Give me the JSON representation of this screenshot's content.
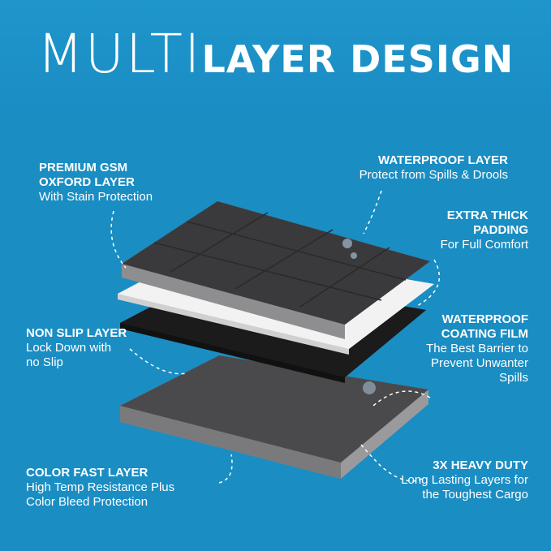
{
  "title": {
    "thin": "MULTI",
    "bold": "LAYER DESIGN"
  },
  "labels": {
    "premium": {
      "heading1": "PREMIUM GSM",
      "heading2": "OXFORD LAYER",
      "text": "With Stain Protection"
    },
    "waterproof_layer": {
      "heading": "WATERPROOF LAYER",
      "text": "Protect from Spills & Drools"
    },
    "padding": {
      "heading1": "EXTRA THICK",
      "heading2": "PADDING",
      "text": "For Full Comfort"
    },
    "non_slip": {
      "heading": "NON SLIP LAYER",
      "text1": "Lock Down with",
      "text2": "no Slip"
    },
    "coating": {
      "heading1": "WATERPROOF",
      "heading2": "COATING FILM",
      "text1": "The Best Barrier to",
      "text2": "Prevent Unwanter",
      "text3": "Spills"
    },
    "color_fast": {
      "heading": "COLOR FAST LAYER",
      "text1": "High Temp Resistance Plus",
      "text2": "Color Bleed Protection"
    },
    "heavy_duty": {
      "heading": "3X HEAVY DUTY",
      "text1": "Long Lasting Layers for",
      "text2": "the Toughest Cargo"
    }
  },
  "colors": {
    "background": "#1a8dc3",
    "top_layer": "#3a3a3c",
    "white_layer": "#f2f2f2",
    "black_layer": "#1b1b1b",
    "bottom_layer": "#4a4a4c",
    "edge": "#8e8e90"
  }
}
